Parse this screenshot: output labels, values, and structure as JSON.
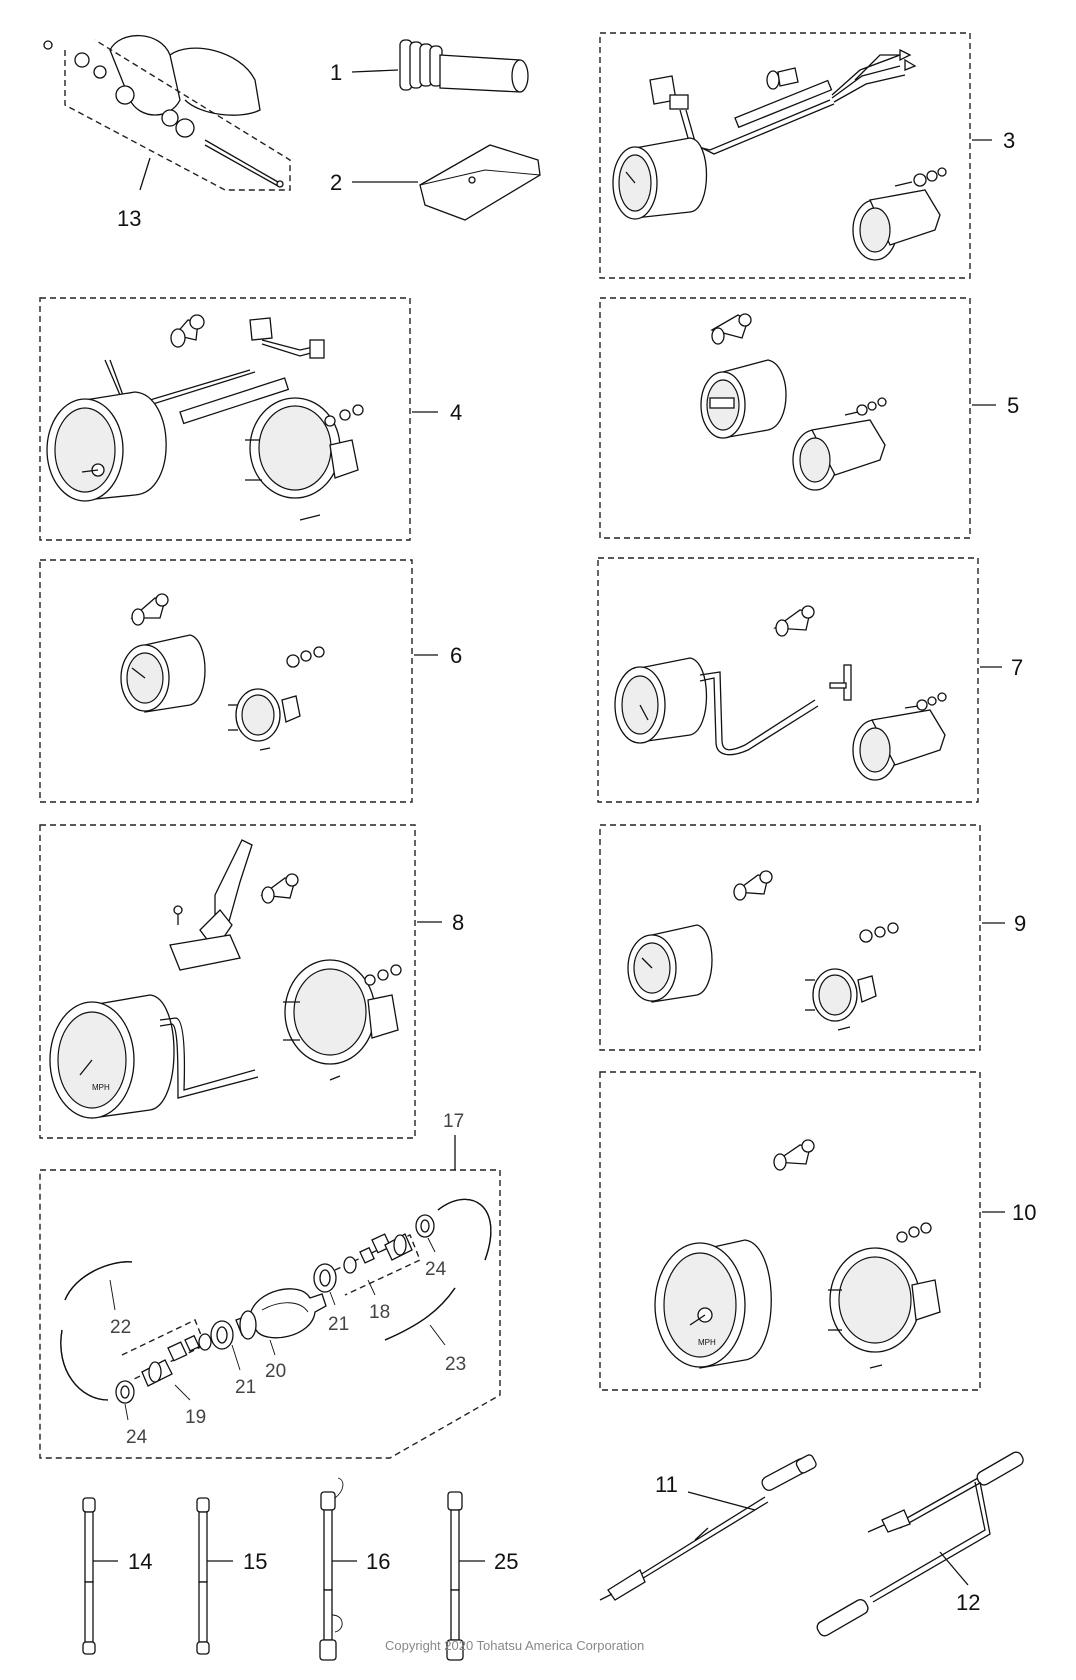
{
  "callouts": {
    "c1": "1",
    "c2": "2",
    "c3": "3",
    "c4": "4",
    "c5": "5",
    "c6": "6",
    "c7": "7",
    "c8": "8",
    "c9": "9",
    "c10": "10",
    "c11": "11",
    "c12": "12",
    "c13": "13",
    "c14": "14",
    "c15": "15",
    "c16": "16",
    "c17": "17",
    "c18": "18",
    "c19": "19",
    "c20": "20",
    "c21a": "21",
    "c21b": "21",
    "c22": "22",
    "c23": "23",
    "c24a": "24",
    "c24b": "24",
    "c25": "25"
  },
  "dial_text": {
    "mph_8": "MPH",
    "mph_10": "MPH"
  },
  "copyright": "Copyright 2020 Tohatsu America Corporation"
}
